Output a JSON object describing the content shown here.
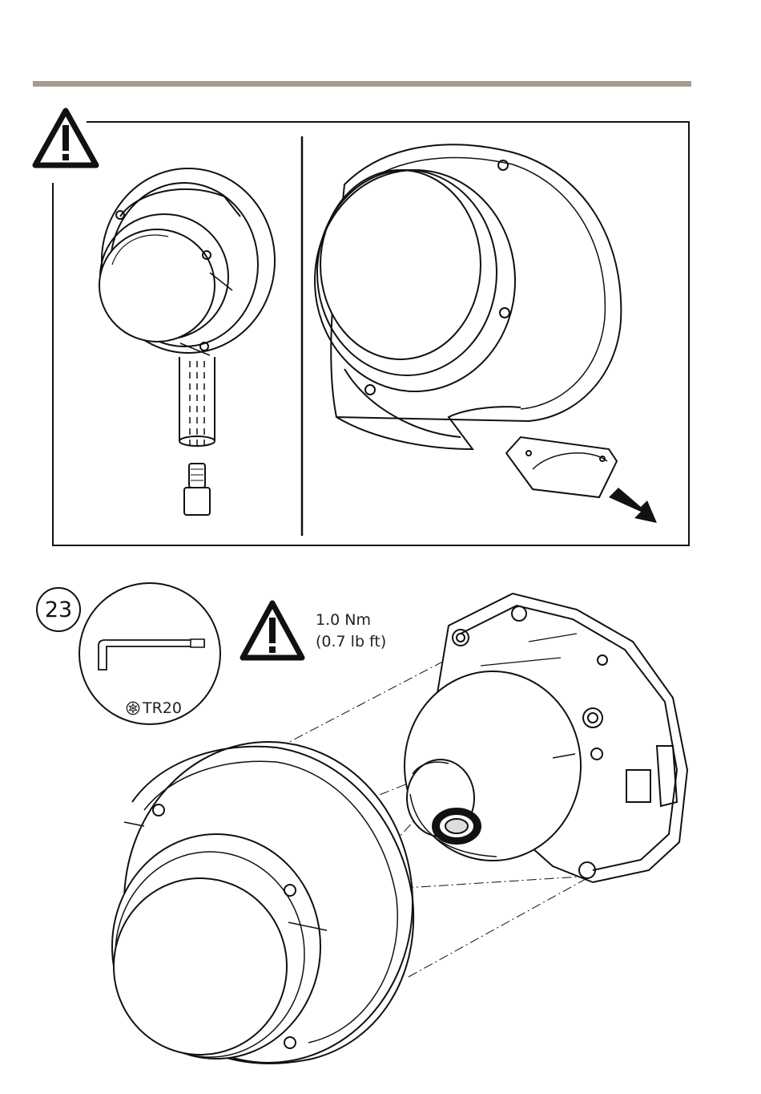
{
  "step": {
    "number": "23"
  },
  "torque": {
    "value_metric": "1.0 Nm",
    "value_imperial": "(0.7 lb ft)"
  },
  "tool": {
    "label": "TR20",
    "icon": "torx-icon"
  },
  "icons": {
    "warning_top": "warning-triangle-icon",
    "warning_torque": "warning-triangle-icon",
    "arrow": "arrow-down-right-icon"
  },
  "colors": {
    "rule": "#a99a8c",
    "line": "#111111"
  }
}
